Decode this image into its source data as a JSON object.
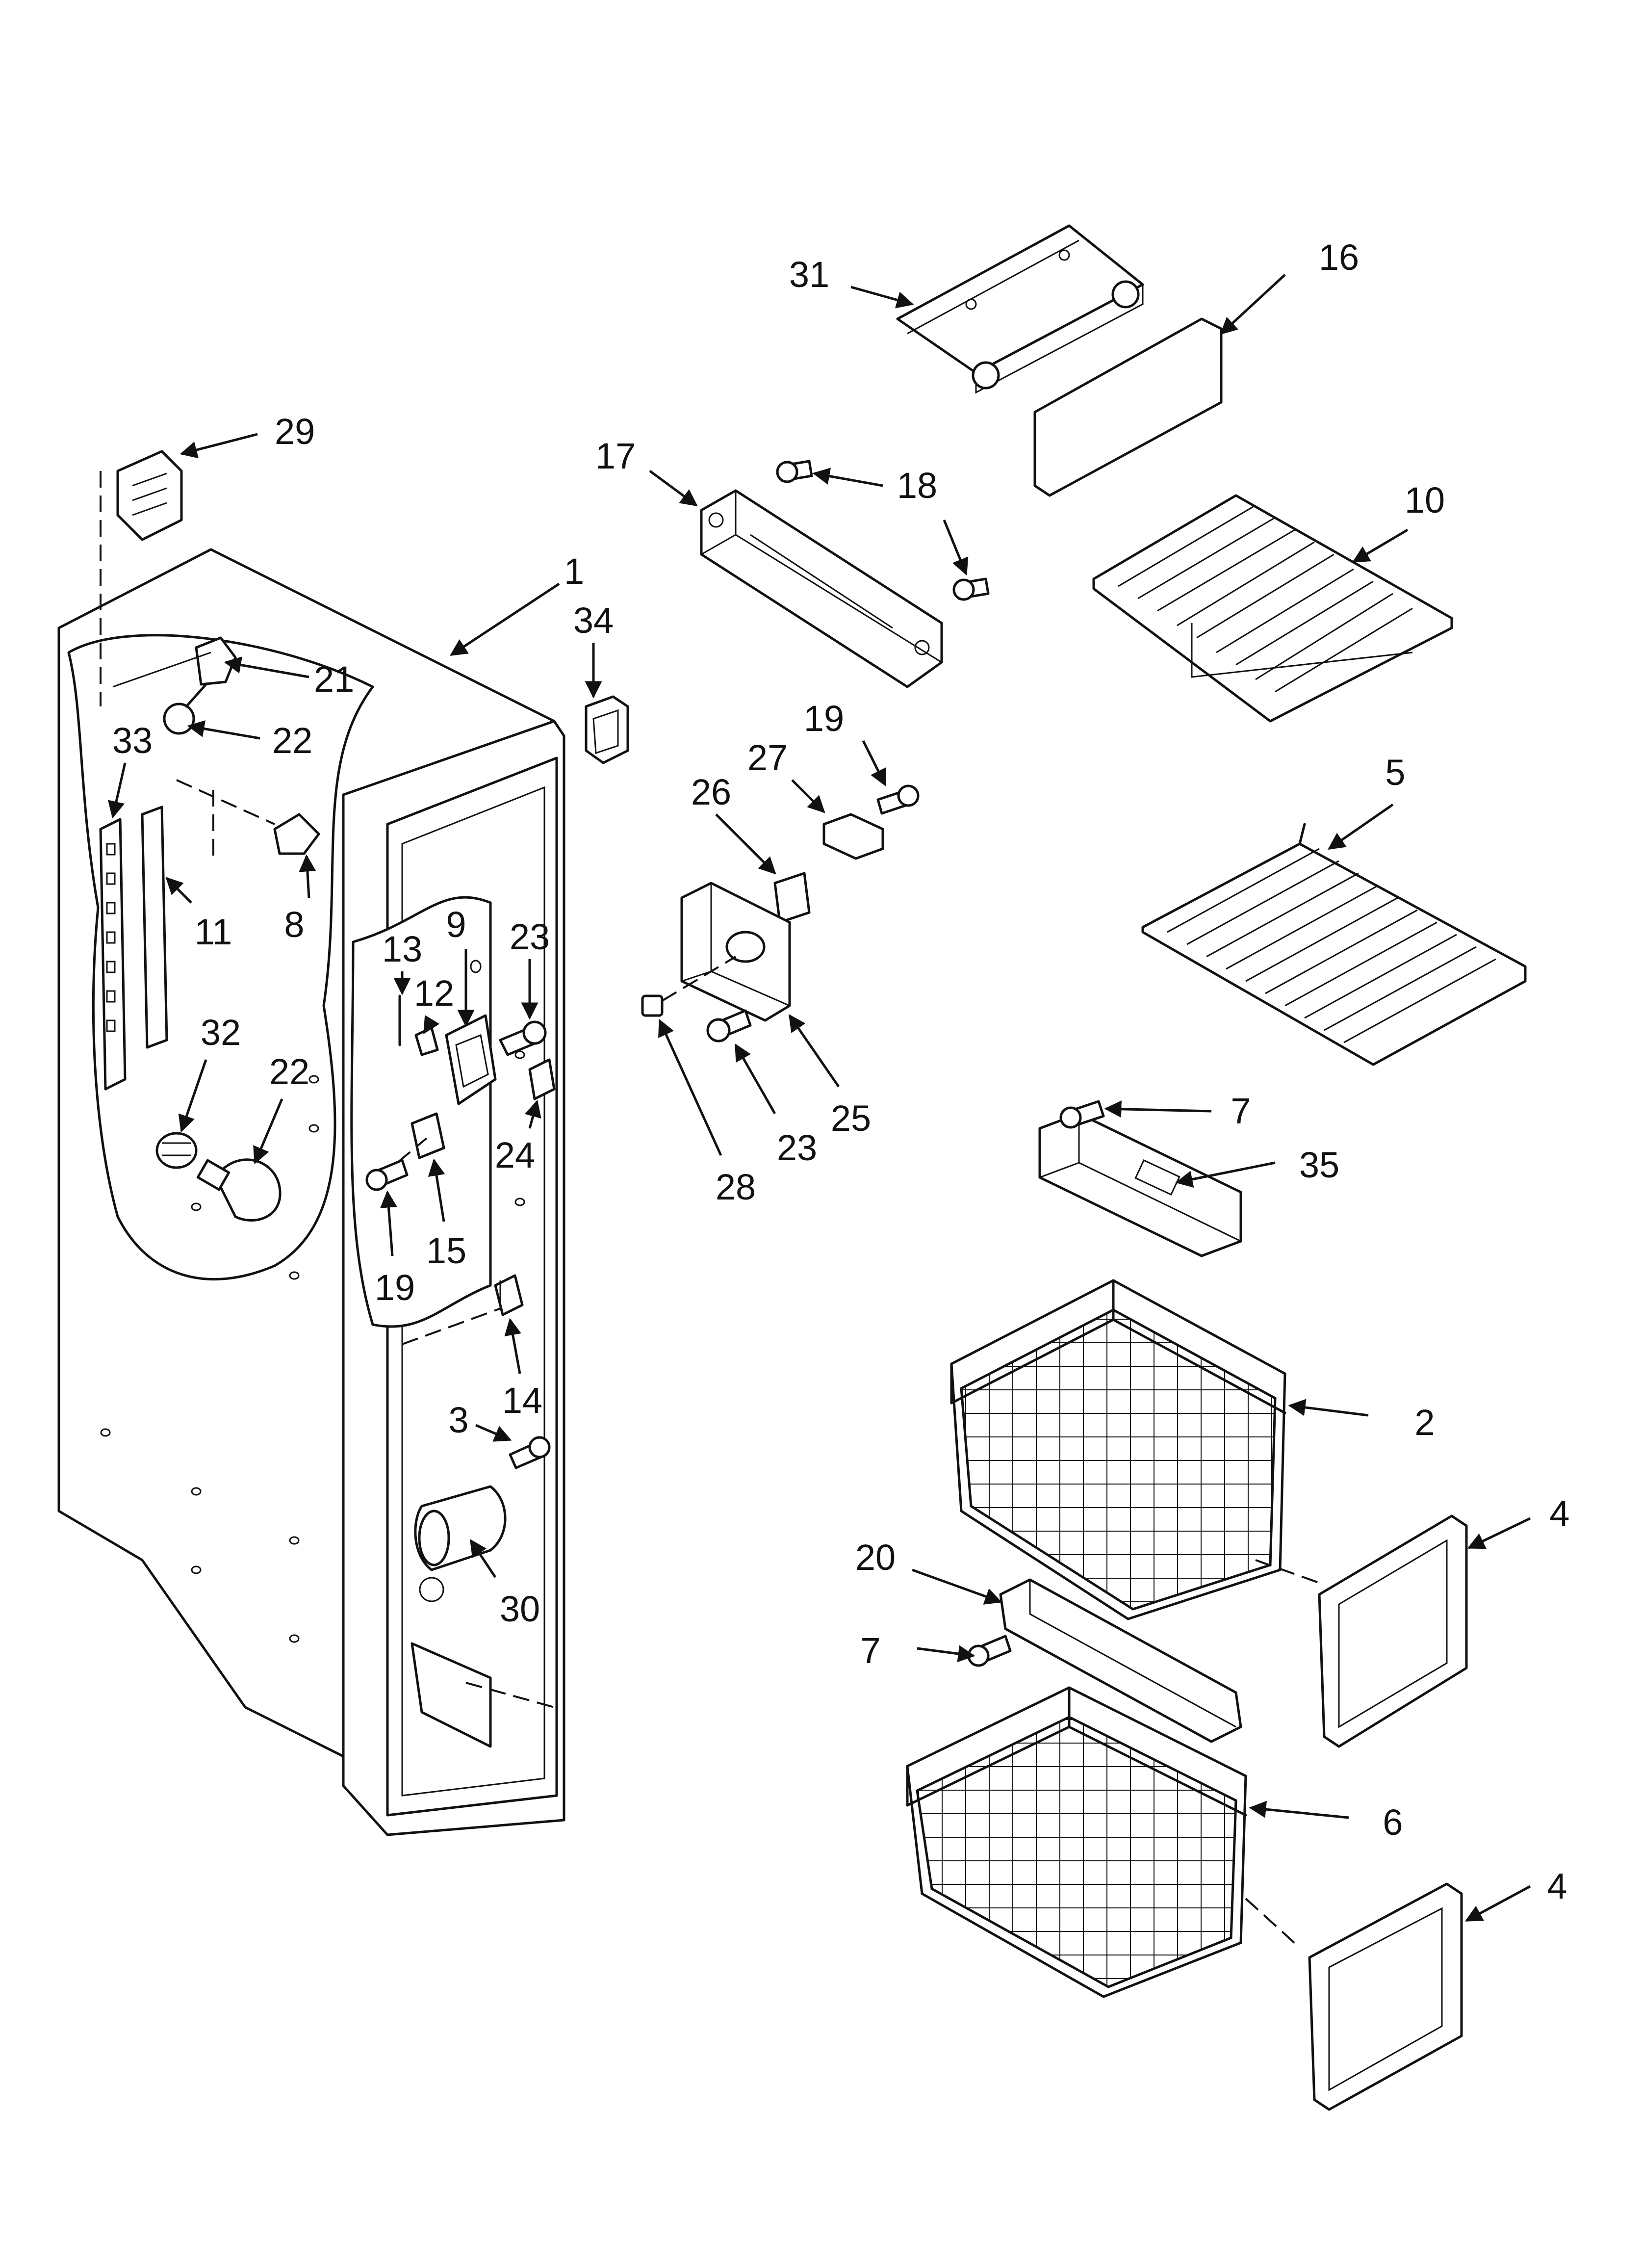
{
  "diagram": {
    "callouts": [
      {
        "id": "c1",
        "label": "1"
      },
      {
        "id": "c2",
        "label": "2"
      },
      {
        "id": "c3",
        "label": "3"
      },
      {
        "id": "c4a",
        "label": "4"
      },
      {
        "id": "c4b",
        "label": "4"
      },
      {
        "id": "c5",
        "label": "5"
      },
      {
        "id": "c6",
        "label": "6"
      },
      {
        "id": "c7a",
        "label": "7"
      },
      {
        "id": "c7b",
        "label": "7"
      },
      {
        "id": "c8",
        "label": "8"
      },
      {
        "id": "c9",
        "label": "9"
      },
      {
        "id": "c10",
        "label": "10"
      },
      {
        "id": "c11",
        "label": "11"
      },
      {
        "id": "c12",
        "label": "12"
      },
      {
        "id": "c13",
        "label": "13"
      },
      {
        "id": "c14",
        "label": "14"
      },
      {
        "id": "c15",
        "label": "15"
      },
      {
        "id": "c16",
        "label": "16"
      },
      {
        "id": "c17",
        "label": "17"
      },
      {
        "id": "c18",
        "label": "18"
      },
      {
        "id": "c19a",
        "label": "19"
      },
      {
        "id": "c19b",
        "label": "19"
      },
      {
        "id": "c20",
        "label": "20"
      },
      {
        "id": "c21",
        "label": "21"
      },
      {
        "id": "c22a",
        "label": "22"
      },
      {
        "id": "c22b",
        "label": "22"
      },
      {
        "id": "c23a",
        "label": "23"
      },
      {
        "id": "c23b",
        "label": "23"
      },
      {
        "id": "c24",
        "label": "24"
      },
      {
        "id": "c25",
        "label": "25"
      },
      {
        "id": "c26",
        "label": "26"
      },
      {
        "id": "c27",
        "label": "27"
      },
      {
        "id": "c28",
        "label": "28"
      },
      {
        "id": "c29",
        "label": "29"
      },
      {
        "id": "c30",
        "label": "30"
      },
      {
        "id": "c31",
        "label": "31"
      },
      {
        "id": "c32",
        "label": "32"
      },
      {
        "id": "c33",
        "label": "33"
      },
      {
        "id": "c34",
        "label": "34"
      },
      {
        "id": "c35",
        "label": "35"
      }
    ]
  }
}
